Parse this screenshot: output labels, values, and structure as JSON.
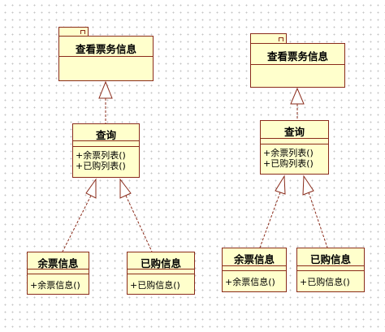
{
  "diagrams": [
    {
      "package": {
        "title": "查看票务信息"
      },
      "query": {
        "title": "查询",
        "ops": [
          "+余票列表()",
          "+已购列表()"
        ]
      },
      "remaining": {
        "title": "余票信息",
        "op": "+余票信息()"
      },
      "purchased": {
        "title": "已购信息",
        "op": "+已购信息()"
      }
    },
    {
      "package": {
        "title": "查看票务信息"
      },
      "query": {
        "title": "查询",
        "ops": [
          "+余票列表()",
          "+已购列表()"
        ]
      },
      "remaining": {
        "title": "余票信息",
        "op": "+余票信息()"
      },
      "purchased": {
        "title": "已购信息",
        "op": "+已购信息()"
      }
    }
  ]
}
